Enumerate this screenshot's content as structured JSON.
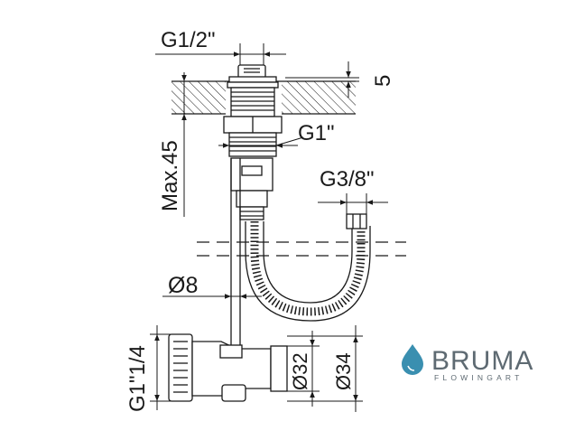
{
  "labels": {
    "g_half": "G1/2\"",
    "five": "5",
    "max45": "Max.45",
    "g_one": "G1\"",
    "g_three_eighths": "G3/8\"",
    "phi8": "Ø8",
    "g_one_quarter": "G1\"1/4",
    "phi32": "Ø32",
    "phi34": "Ø34"
  },
  "brand": {
    "name": "BRUMA",
    "tagline": "FLOWINGART",
    "color": "#3a8fb0",
    "text_color": "#5e6a72"
  },
  "colors": {
    "line": "#1a1a1a",
    "body_fill": "#ffffff"
  }
}
